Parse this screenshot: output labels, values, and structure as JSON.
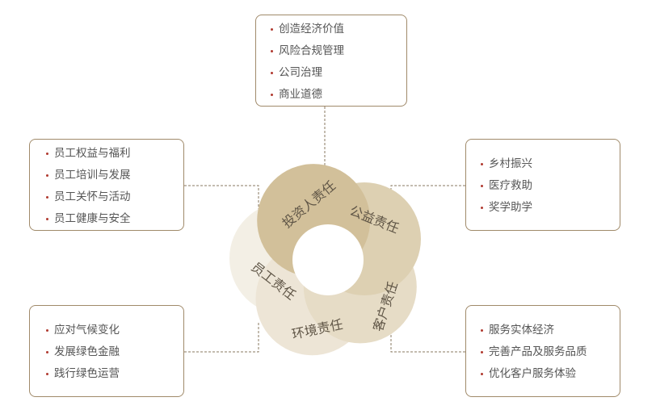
{
  "center": {
    "petals": [
      {
        "label": "投资人责任",
        "color": "#d2c09a"
      },
      {
        "label": "公益责任",
        "color": "#ddd0b2"
      },
      {
        "label": "客户责任",
        "color": "#e6dcc6"
      },
      {
        "label": "环境责任",
        "color": "#ede5d6"
      },
      {
        "label": "员工责任",
        "color": "#f3efe5"
      }
    ]
  },
  "boxes": {
    "top": [
      "创造经济价值",
      "风险合规管理",
      "公司治理",
      "商业道德"
    ],
    "upper_left": [
      "员工权益与福利",
      "员工培训与发展",
      "员工关怀与活动",
      "员工健康与安全"
    ],
    "upper_right": [
      "乡村振兴",
      "医疗救助",
      "奖学助学"
    ],
    "lower_left": [
      "应对气候变化",
      "发展绿色金融",
      "践行绿色运营"
    ],
    "lower_right": [
      "服务实体经济",
      "完善产品及服务品质",
      "优化客户服务体验"
    ]
  },
  "colors": {
    "border": "#a08a6a",
    "bullet": "#b03a30",
    "connector": "#8a7a62"
  }
}
